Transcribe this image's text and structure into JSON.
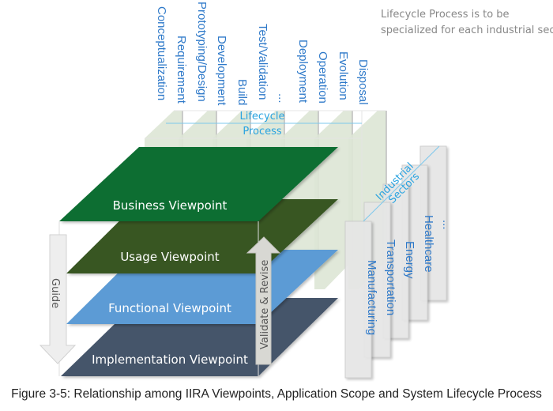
{
  "note": {
    "line1": "Lifecycle Process is to be",
    "line2": "specialized for each industrial sector"
  },
  "lifecycle": {
    "label_line1": "Lifecycle",
    "label_line2": "Process",
    "phases": [
      "Conceptualization",
      "Requirement",
      "Prototyping/Design",
      "Development",
      "Build",
      "Test/Validation",
      "...",
      "Deployment",
      "Operation",
      "Evolution",
      "Disposal"
    ]
  },
  "sectors": {
    "label_line1": "Industrial",
    "label_line2": "Sectors",
    "items": [
      "Manufacturing",
      "Transportation",
      "Energy",
      "Healthcare",
      "..."
    ]
  },
  "viewpoints": [
    {
      "label": "Business Viewpoint",
      "color": "#0a6e33"
    },
    {
      "label": "Usage Viewpoint",
      "color": "#375623"
    },
    {
      "label": "Functional Viewpoint",
      "color": "#5b9bd5"
    },
    {
      "label": "Implementation Viewpoint",
      "color": "#44546a"
    }
  ],
  "arrows": {
    "guide": "Guide",
    "validate": "Validate & Revise"
  },
  "caption": "Figure 3-5: Relationship among IIRA Viewpoints, Application Scope and System Lifecycle Process",
  "colors": {
    "phase_text": "#2e79c9",
    "lifecycle_label": "#29a3e0",
    "slab_fill": "#dde6d5",
    "sector_fill": "#e6e6e6"
  }
}
